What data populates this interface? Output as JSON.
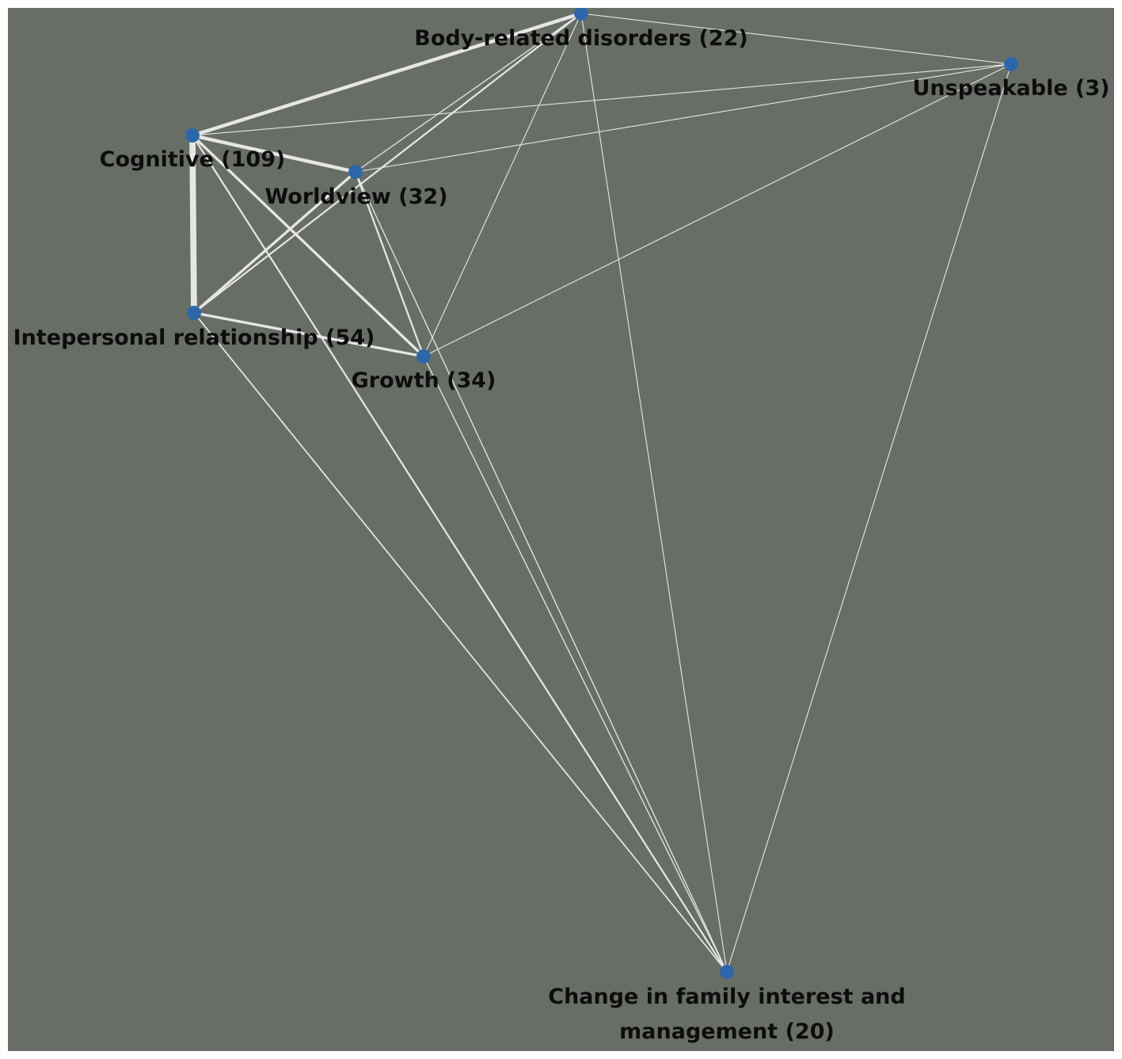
{
  "network": {
    "colors": {
      "background": "#686e66",
      "node": "#2d67ab",
      "edge": "#e6e6e6",
      "label": "#0d0d0d"
    },
    "nodes": [
      {
        "id": "body",
        "label": "Body-related disorders (22)"
      },
      {
        "id": "unspeak",
        "label": "Unspeakable (3)"
      },
      {
        "id": "cognitive",
        "label": "Cognitive (109)"
      },
      {
        "id": "worldview",
        "label": "Worldview (32)"
      },
      {
        "id": "interp",
        "label": "Intepersonal relationship (54)"
      },
      {
        "id": "growth",
        "label": "Growth (34)"
      },
      {
        "id": "family",
        "label": "Change in family interest and management (20)"
      }
    ],
    "edges": [
      {
        "source": "body",
        "target": "cognitive",
        "weight": 4
      },
      {
        "source": "body",
        "target": "unspeak",
        "weight": 1
      },
      {
        "source": "body",
        "target": "worldview",
        "weight": 1.2
      },
      {
        "source": "body",
        "target": "interp",
        "weight": 2
      },
      {
        "source": "body",
        "target": "growth",
        "weight": 1
      },
      {
        "source": "body",
        "target": "family",
        "weight": 1
      },
      {
        "source": "unspeak",
        "target": "cognitive",
        "weight": 1
      },
      {
        "source": "unspeak",
        "target": "worldview",
        "weight": 1
      },
      {
        "source": "unspeak",
        "target": "growth",
        "weight": 1
      },
      {
        "source": "unspeak",
        "target": "family",
        "weight": 1
      },
      {
        "source": "cognitive",
        "target": "worldview",
        "weight": 4
      },
      {
        "source": "cognitive",
        "target": "interp",
        "weight": 7
      },
      {
        "source": "cognitive",
        "target": "growth",
        "weight": 3
      },
      {
        "source": "cognitive",
        "target": "family",
        "weight": 2
      },
      {
        "source": "worldview",
        "target": "interp",
        "weight": 3
      },
      {
        "source": "worldview",
        "target": "growth",
        "weight": 2
      },
      {
        "source": "worldview",
        "target": "family",
        "weight": 1.2
      },
      {
        "source": "interp",
        "target": "growth",
        "weight": 3
      },
      {
        "source": "interp",
        "target": "family",
        "weight": 1.6
      },
      {
        "source": "growth",
        "target": "family",
        "weight": 1.2
      }
    ]
  }
}
